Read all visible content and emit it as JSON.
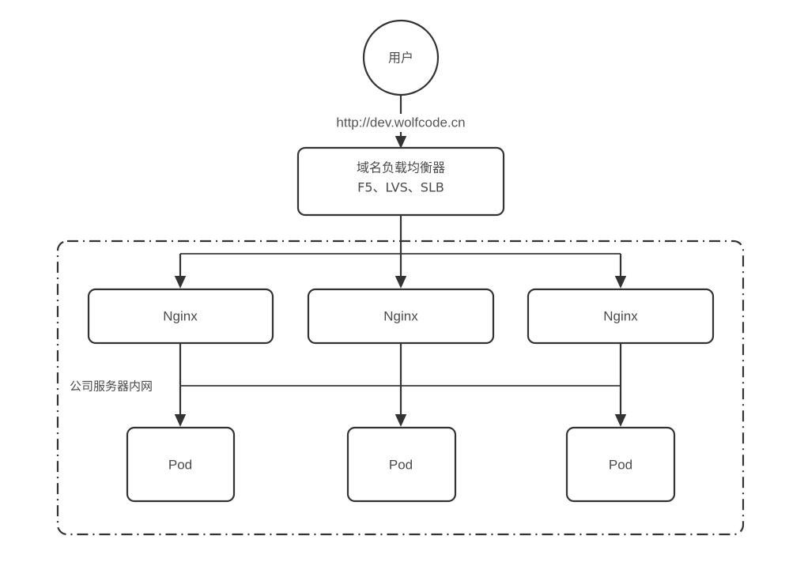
{
  "diagram": {
    "title": "Nginx load balanced Kubernetes pod architecture",
    "background_color": "#ffffff",
    "stroke_color": "#333333",
    "text_color": "#4a4a4a"
  },
  "nodes": {
    "user": {
      "label": "用户",
      "shape": "circle"
    },
    "load_balancer": {
      "line1": "域名负载均衡器",
      "line2": "F5、LVS、SLB",
      "shape": "rounded-rect"
    },
    "nginx": [
      {
        "label": "Nginx"
      },
      {
        "label": "Nginx"
      },
      {
        "label": "Nginx"
      }
    ],
    "pods": [
      {
        "label": "Pod"
      },
      {
        "label": "Pod"
      },
      {
        "label": "Pod"
      }
    ]
  },
  "edges": {
    "user_to_lb_label": "http://dev.wolfcode.cn"
  },
  "boundary": {
    "label": "公司服务器内网",
    "style": "dash-dot"
  }
}
